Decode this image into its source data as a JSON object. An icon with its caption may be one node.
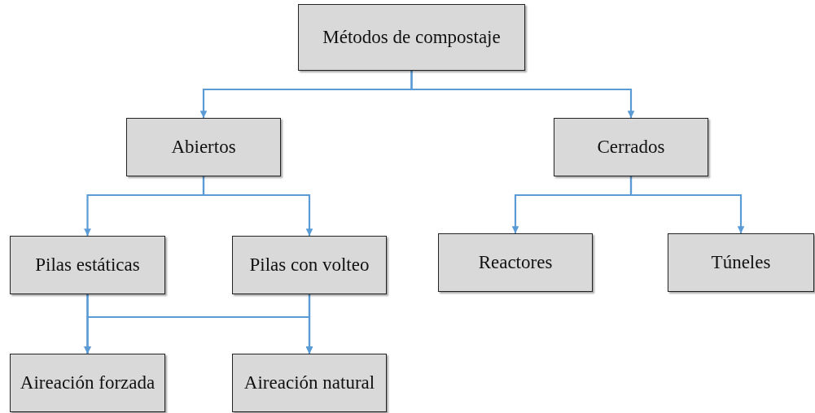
{
  "diagram": {
    "nodes": [
      {
        "text": [
          "Métodos de compostaje"
        ]
      },
      {
        "text": [
          "Abiertos"
        ]
      },
      {
        "text": [
          "Cerrados"
        ]
      },
      {
        "text": [
          "Pilas estáticas"
        ]
      },
      {
        "text": [
          "Pilas con volteo"
        ]
      },
      {
        "text": [
          "Reactores"
        ]
      },
      {
        "text": [
          "Túneles"
        ]
      },
      {
        "text": [
          "Aireación forzada"
        ]
      },
      {
        "text": [
          "Aireación natural"
        ]
      }
    ],
    "edges": [
      {
        "from": 0,
        "to": 1,
        "arrow": "to"
      },
      {
        "from": 0,
        "to": 2,
        "arrow": "to"
      },
      {
        "from": 1,
        "to": 3,
        "arrow": "to"
      },
      {
        "from": 1,
        "to": 4,
        "arrow": "to"
      },
      {
        "from": 2,
        "to": 5,
        "arrow": "to"
      },
      {
        "from": 2,
        "to": 6,
        "arrow": "to"
      },
      {
        "from": 3,
        "to": 7,
        "arrow": "to"
      },
      {
        "from": 3,
        "to": 8,
        "arrow": "to"
      },
      {
        "from": 4,
        "to": 7,
        "arrow": "to"
      },
      {
        "from": 4,
        "to": 8,
        "arrow": "to"
      }
    ]
  }
}
